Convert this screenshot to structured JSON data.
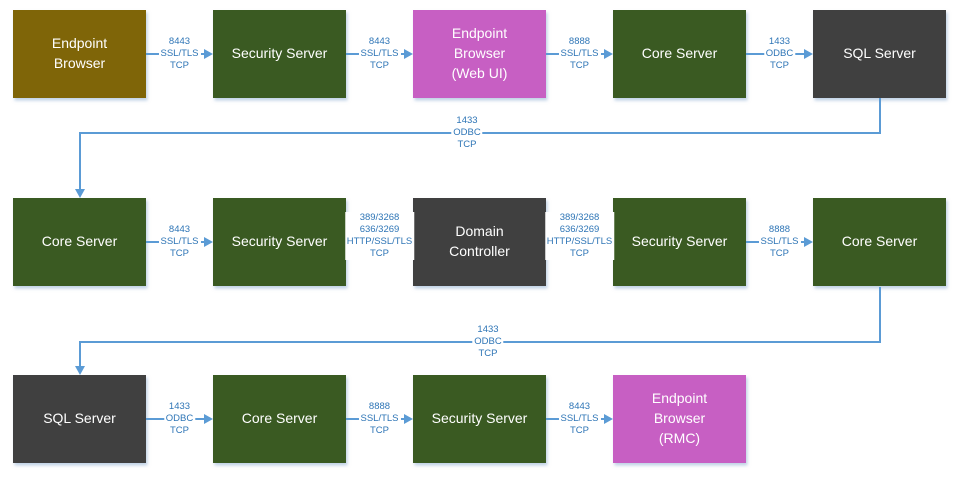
{
  "diagram": {
    "colors": {
      "olive": "#7f6508",
      "green": "#3a5a22",
      "gray": "#404040",
      "pink": "#c75fc3",
      "line": "#5b9bd5",
      "label_text": "#2e75b6"
    },
    "nodes": [
      {
        "id": "endpoint-browser",
        "label": "Endpoint\nBrowser",
        "color": "olive",
        "row": 0,
        "col": 0
      },
      {
        "id": "security-server-1",
        "label": "Security Server",
        "color": "green",
        "row": 0,
        "col": 1
      },
      {
        "id": "endpoint-browser-web-ui",
        "label": "Endpoint\nBrowser\n(Web UI)",
        "color": "pink",
        "row": 0,
        "col": 2
      },
      {
        "id": "core-server-1",
        "label": "Core Server",
        "color": "green",
        "row": 0,
        "col": 3
      },
      {
        "id": "sql-server-1",
        "label": "SQL Server",
        "color": "gray",
        "row": 0,
        "col": 4
      },
      {
        "id": "core-server-2",
        "label": "Core Server",
        "color": "green",
        "row": 1,
        "col": 0
      },
      {
        "id": "security-server-2",
        "label": "Security Server",
        "color": "green",
        "row": 1,
        "col": 1
      },
      {
        "id": "domain-controller",
        "label": "Domain\nController",
        "color": "gray",
        "row": 1,
        "col": 2
      },
      {
        "id": "security-server-3",
        "label": "Security Server",
        "color": "green",
        "row": 1,
        "col": 3
      },
      {
        "id": "core-server-3",
        "label": "Core Server",
        "color": "green",
        "row": 1,
        "col": 4
      },
      {
        "id": "sql-server-2",
        "label": "SQL Server",
        "color": "gray",
        "row": 2,
        "col": 0
      },
      {
        "id": "core-server-4",
        "label": "Core Server",
        "color": "green",
        "row": 2,
        "col": 1
      },
      {
        "id": "security-server-4",
        "label": "Security Server",
        "color": "green",
        "row": 2,
        "col": 2
      },
      {
        "id": "endpoint-browser-rmc",
        "label": "Endpoint\nBrowser\n(RMC)",
        "color": "pink",
        "row": 2,
        "col": 3
      }
    ],
    "edges": [
      {
        "row": 0,
        "gap": 0,
        "label": "8443\nSSL/TLS\nTCP"
      },
      {
        "row": 0,
        "gap": 1,
        "label": "8443\nSSL/TLS\nTCP"
      },
      {
        "row": 0,
        "gap": 2,
        "label": "8888\nSSL/TLS\nTCP"
      },
      {
        "row": 0,
        "gap": 3,
        "label": "1433\nODBC\nTCP"
      },
      {
        "row": 1,
        "gap": 0,
        "label": "8443\nSSL/TLS\nTCP"
      },
      {
        "row": 1,
        "gap": 1,
        "label": "389/3268\n636/3269\nHTTP/SSL/TLS\nTCP"
      },
      {
        "row": 1,
        "gap": 2,
        "label": "389/3268\n636/3269\nHTTP/SSL/TLS\nTCP"
      },
      {
        "row": 1,
        "gap": 3,
        "label": "8888\nSSL/TLS\nTCP"
      },
      {
        "row": 2,
        "gap": 0,
        "label": "1433\nODBC\nTCP"
      },
      {
        "row": 2,
        "gap": 1,
        "label": "8888\nSSL/TLS\nTCP"
      },
      {
        "row": 2,
        "gap": 2,
        "label": "8443\nSSL/TLS\nTCP"
      }
    ],
    "connectors": [
      {
        "from": "sql-server-1",
        "to": "core-server-2",
        "label": "1433\nODBC\nTCP"
      },
      {
        "from": "core-server-3",
        "to": "sql-server-2",
        "label": "1433\nODBC\nTCP"
      }
    ]
  }
}
